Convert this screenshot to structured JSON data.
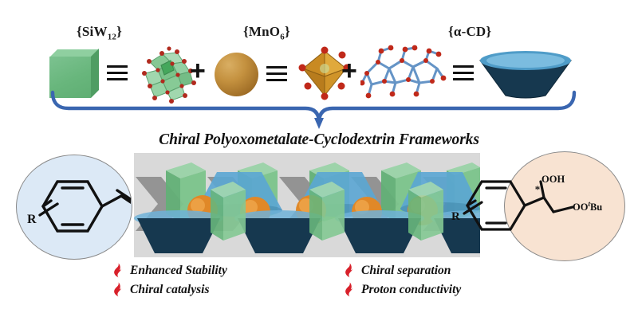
{
  "figure": {
    "title": "Chiral Polyoxometalate-Cyclodextrin Frameworks",
    "building_blocks": [
      {
        "id": "siw12",
        "label_html": "{SiW<sub>12</sub>}",
        "label_text": "{SiW12}",
        "icon": "green-cube-icon",
        "model": "keggin-polyoxometalate-cluster",
        "color": "#6cb77f"
      },
      {
        "id": "mno6",
        "label_html": "{MnO<sub>6</sub>}",
        "label_text": "{MnO6}",
        "icon": "brown-sphere-icon",
        "model": "octahedron-mno6",
        "color": "#c4913f"
      },
      {
        "id": "acd",
        "label_html": "{&#945;-CD}",
        "label_text": "{α-CD}",
        "icon": "navy-cup-icon",
        "model": "alpha-cyclodextrin-ball-and-stick",
        "color": "#173c58"
      }
    ],
    "operators": {
      "plus": "+",
      "equivalent": "≡"
    },
    "substrate": {
      "r_group": "R",
      "description": "substituted styrene",
      "background": "#dce9f6"
    },
    "product": {
      "r_group": "R",
      "stereocenter": "*",
      "group_primary": "OOH",
      "group_secondary_html": "OO<sup>t</sup>Bu",
      "group_secondary_text": "OOtBu",
      "background": "#f8e3d2"
    },
    "framework": {
      "panel_color": "#d9d9d9",
      "cube_color": "#6cb77f",
      "cup_top_color": "#5ba7d4",
      "cup_body_color": "#13334d",
      "sphere_color": "#e08828",
      "arrow_color": "#8b8b8b",
      "repeat_units": 4
    },
    "brace": {
      "color": "#3a66b0"
    },
    "features": {
      "bullet_icon": "flame-icon",
      "bullet_color": "#d8202a",
      "left": [
        {
          "label": "Enhanced Stability"
        },
        {
          "label": "Chiral catalysis"
        }
      ],
      "right": [
        {
          "label": "Chiral separation"
        },
        {
          "label": "Proton conductivity"
        }
      ]
    }
  }
}
